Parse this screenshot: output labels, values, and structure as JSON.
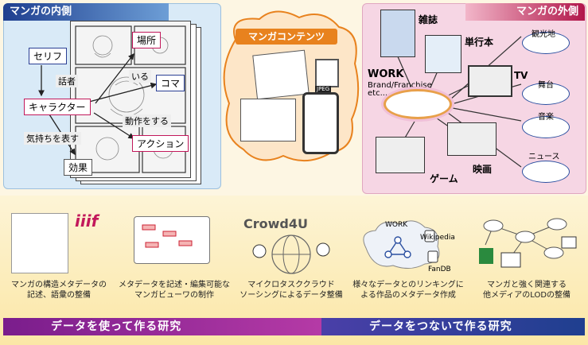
{
  "left_panel": {
    "title": "マンガの内側",
    "labels": {
      "serif": "セリフ",
      "basho": "場所",
      "koma": "コマ",
      "character": "キャラクター",
      "action": "アクション",
      "kouka": "効果"
    },
    "relations": {
      "washa": "話者",
      "iru": "いる",
      "dousa": "動作をする",
      "kimochi": "気持ちを表す"
    }
  },
  "center": {
    "title": "マンガコンテンツ",
    "jpeg": "JPEG"
  },
  "right_panel": {
    "title": "マンガの外側",
    "work_title": "WORK",
    "work_sub1": "Brand/Franchise",
    "work_sub2": "etc...",
    "media": {
      "zasshi": "雑誌",
      "tankoubon": "単行本",
      "tv": "TV",
      "game": "ゲーム",
      "eiga": "映画"
    },
    "bubbles": {
      "kankouchi": "観光地",
      "butai": "舞台",
      "ongaku": "音楽",
      "news": "ニュース"
    }
  },
  "bottom": {
    "items": [
      {
        "line1": "マンガの構造メタデータの",
        "line2": "記述、語彙の整備"
      },
      {
        "line1": "メタデータを記述・編集可能な",
        "line2": "マンガビューワの制作"
      },
      {
        "line1": "マイクロタスククラウド",
        "line2": "ソーシングによるデータ整備"
      },
      {
        "line1": "様々なデータとのリンキングに",
        "line2": "よる作品のメタデータ作成"
      },
      {
        "line1": "マンガと強く関連する",
        "line2": "他メディアのLODの整備"
      }
    ],
    "iiif": "iiif",
    "crowd": "Crowd4U",
    "link_work": "WORK",
    "link_wiki": "Wikipedia",
    "link_fandb": "FanDB",
    "bar_left": "データを使って作る研究",
    "bar_right": "データをつないで作る研究"
  },
  "colors": {
    "left_accent": "#1f3f8f",
    "right_accent": "#b1174a",
    "center_orange": "#e8821e"
  }
}
